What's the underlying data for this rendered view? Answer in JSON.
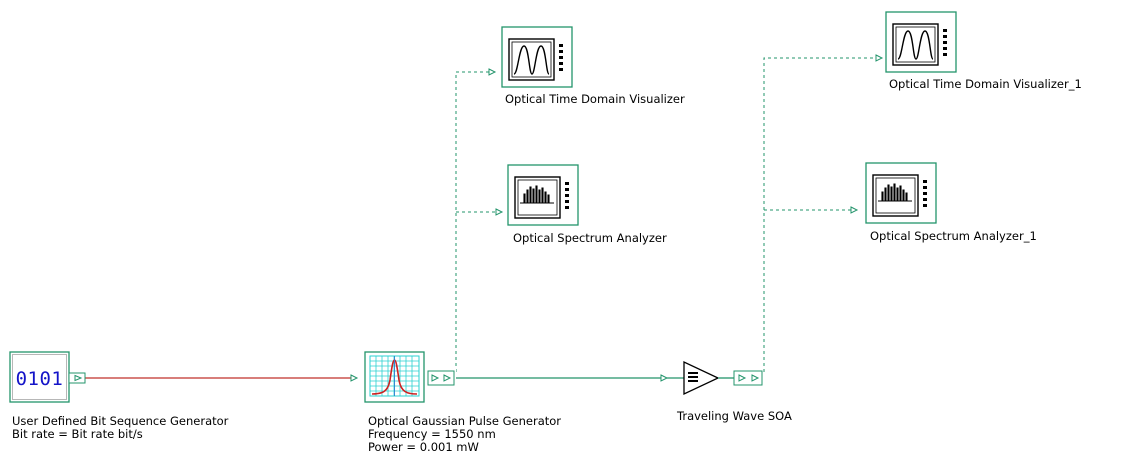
{
  "colors": {
    "electrical_wire": "#c0302a",
    "optical_wire": "#23946b",
    "component_border": "#23946b",
    "bit_text": "#1414c8",
    "pulse_grid": "#2ad1d1",
    "pulse_curve": "#cc2222"
  },
  "components": {
    "bit_gen": {
      "icon": "bit-sequence-icon",
      "glyph": "0101",
      "name": "User Defined Bit Sequence Generator",
      "params": [
        "Bit rate = Bit rate  bit/s"
      ]
    },
    "pulse_gen": {
      "icon": "gaussian-pulse-icon",
      "name": "Optical Gaussian Pulse Generator",
      "params": [
        "Frequency = 1550  nm",
        "Power = 0.001  mW"
      ]
    },
    "soa": {
      "icon": "amplifier-triangle-icon",
      "name": "Traveling Wave SOA"
    },
    "otdv_1": {
      "icon": "time-domain-waveform-icon",
      "name": "Optical Time Domain Visualizer"
    },
    "osa_1": {
      "icon": "spectrum-icon",
      "name": "Optical Spectrum Analyzer"
    },
    "otdv_2": {
      "icon": "time-domain-waveform-icon",
      "name": "Optical Time Domain Visualizer_1"
    },
    "osa_2": {
      "icon": "spectrum-icon",
      "name": "Optical Spectrum Analyzer_1"
    }
  }
}
